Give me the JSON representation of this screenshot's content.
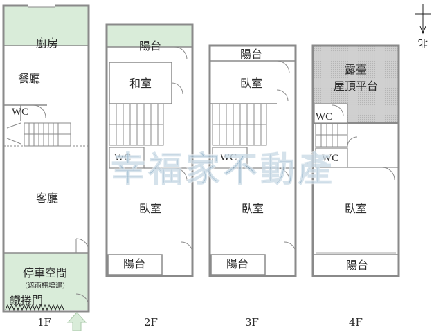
{
  "colors": {
    "wall": "#8a8a8a",
    "green": "#d9ecd9",
    "roof": "#cfcfcf",
    "watermark": "#2f6e9a"
  },
  "compass": {
    "label": "北"
  },
  "watermark": "幸福家不動產",
  "floors": {
    "f1": {
      "name": "1F",
      "kitchen": "廚房",
      "dining": "餐廳",
      "wc": "WC",
      "living": "客廳",
      "parking": "停車空間",
      "parking_note": "(遮雨棚增建)",
      "shutter": "鐵捲門"
    },
    "f2": {
      "name": "2F",
      "balcony_top": "陽台",
      "tatami": "和室",
      "wc": "WC",
      "bedroom": "臥室",
      "balcony_bottom": "陽台"
    },
    "f3": {
      "name": "3F",
      "balcony_top": "陽台",
      "bedroom_top": "臥室",
      "wc": "WC",
      "bedroom": "臥室",
      "balcony_bottom": "陽台"
    },
    "f4": {
      "name": "4F",
      "terrace_1": "露臺",
      "terrace_2": "屋頂平台",
      "wc_top": "WC",
      "wc": "WC",
      "bedroom": "臥室",
      "balcony_bottom": "陽台"
    }
  }
}
